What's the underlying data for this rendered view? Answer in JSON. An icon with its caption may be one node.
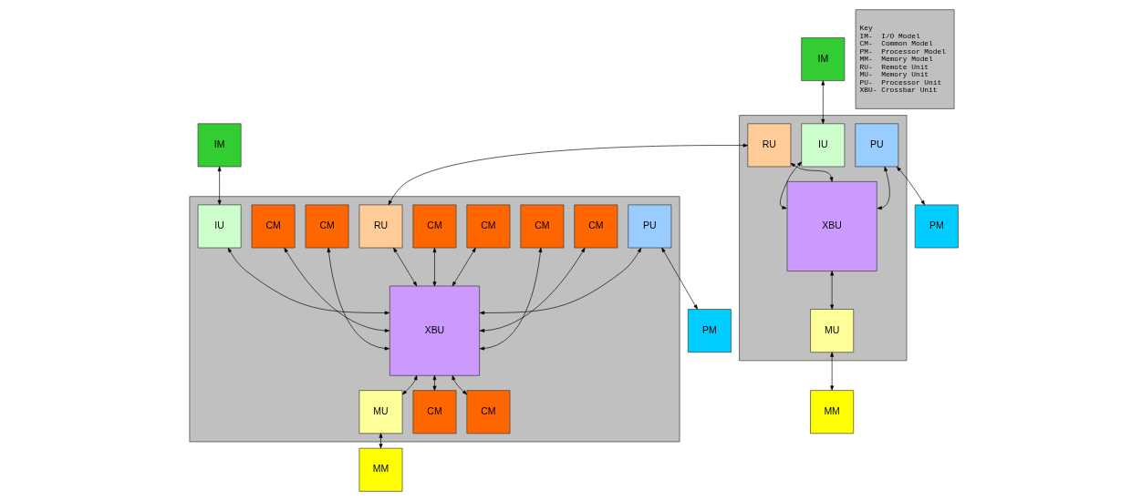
{
  "diagram": {
    "nodes": [
      {
        "text": [],
        "shape": "box"
      },
      {
        "text": [
          "IM"
        ]
      },
      {
        "text": [
          "IU"
        ],
        "in": 0
      },
      {
        "text": [
          "RU"
        ],
        "in": 0
      },
      {
        "text": [
          "PU"
        ],
        "in": 0
      },
      {
        "text": [
          "PM"
        ]
      },
      {
        "text": [
          "XBU"
        ],
        "in": 0
      },
      {
        "text": [
          "MU"
        ],
        "in": 0
      },
      {
        "text": [
          "MM"
        ]
      },
      {
        "text": [],
        "shape": "box"
      },
      {
        "text": [
          "IM"
        ]
      },
      {
        "text": [
          "RU"
        ],
        "in": 9
      },
      {
        "text": [
          "CM"
        ],
        "in": 9
      },
      {
        "text": [
          "CM"
        ],
        "in": 9
      },
      {
        "text": [
          "IU"
        ],
        "in": 9
      },
      {
        "text": [
          "PU"
        ],
        "in": 9
      },
      {
        "text": [
          "PM"
        ]
      },
      {
        "text": [
          "CM"
        ],
        "in": 9
      },
      {
        "text": [
          "XBU"
        ],
        "in": 9
      },
      {
        "text": [
          "CM"
        ],
        "in": 9
      },
      {
        "text": [
          "CM"
        ],
        "in": 9
      },
      {
        "text": [
          "CM"
        ],
        "in": 9
      },
      {
        "text": [
          "MU"
        ],
        "in": 9
      },
      {
        "text": [
          "CM"
        ],
        "in": 9
      },
      {
        "text": [
          "CM"
        ],
        "in": 9
      },
      {
        "text": [
          "MM"
        ]
      },
      {
        "text": [
          "Key",
          "IM-  I/O Model",
          "CM-  Common Model",
          "PM-  Processor Model",
          "MM-  Memory Model",
          "RU-  Remote Unit",
          "MU-  Memory Unit",
          "PU-  Processor Unit",
          "XBU- Crossbar Unit"
        ]
      }
    ],
    "edges": [
      {
        "from": 3,
        "to": 11,
        "arrow": "both"
      },
      {
        "from": 1,
        "to": 2,
        "arrow": "both"
      },
      {
        "from": 2,
        "to": 6,
        "arrow": "both"
      },
      {
        "from": 3,
        "to": 6,
        "arrow": "both"
      },
      {
        "from": 4,
        "to": 6,
        "arrow": "both"
      },
      {
        "from": 4,
        "to": 5,
        "arrow": "both"
      },
      {
        "from": 6,
        "to": 7,
        "arrow": "both"
      },
      {
        "from": 7,
        "to": 8,
        "arrow": "both"
      },
      {
        "from": 10,
        "to": 14,
        "arrow": "both"
      },
      {
        "from": 11,
        "to": 18,
        "arrow": "both"
      },
      {
        "from": 12,
        "to": 18,
        "arrow": "both"
      },
      {
        "from": 13,
        "to": 18,
        "arrow": "both"
      },
      {
        "from": 14,
        "to": 18,
        "arrow": "both"
      },
      {
        "from": 15,
        "to": 18,
        "arrow": "both"
      },
      {
        "from": 15,
        "to": 16,
        "arrow": "both"
      },
      {
        "from": 17,
        "to": 18,
        "arrow": "both"
      },
      {
        "from": 19,
        "to": 18,
        "arrow": "both"
      },
      {
        "from": 20,
        "to": 18,
        "arrow": "both"
      },
      {
        "from": 21,
        "to": 18,
        "arrow": "both"
      },
      {
        "from": 18,
        "to": 22,
        "arrow": "both"
      },
      {
        "from": 18,
        "to": 23,
        "arrow": "both"
      },
      {
        "from": 18,
        "to": 24,
        "arrow": "both"
      },
      {
        "from": 22,
        "to": 25,
        "arrow": "both"
      }
    ]
  }
}
